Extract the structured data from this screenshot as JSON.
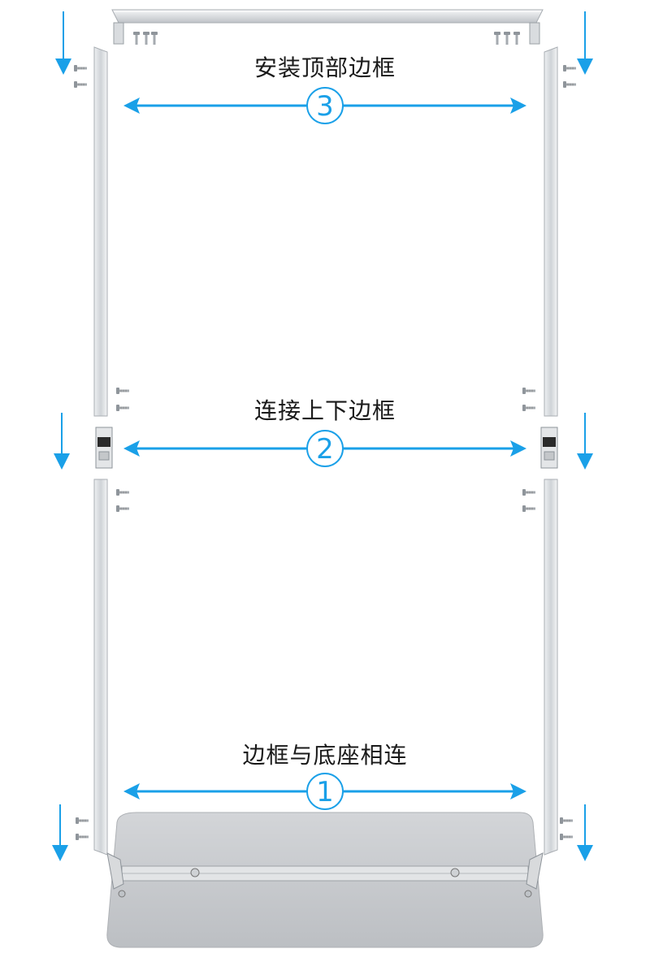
{
  "steps": [
    {
      "number": "3",
      "label": "安装顶部边框"
    },
    {
      "number": "2",
      "label": "连接上下边框"
    },
    {
      "number": "1",
      "label": "边框与底座相连"
    }
  ],
  "colors": {
    "arrow_blue": "#1aa0e8",
    "frame_silver": "#c9ccd0",
    "base_gray": "#c6c8cc",
    "screw_gray": "#8f959b"
  },
  "icons": [
    "screw-icon",
    "down-arrow-icon",
    "double-arrow-icon",
    "connector-bracket-icon"
  ]
}
